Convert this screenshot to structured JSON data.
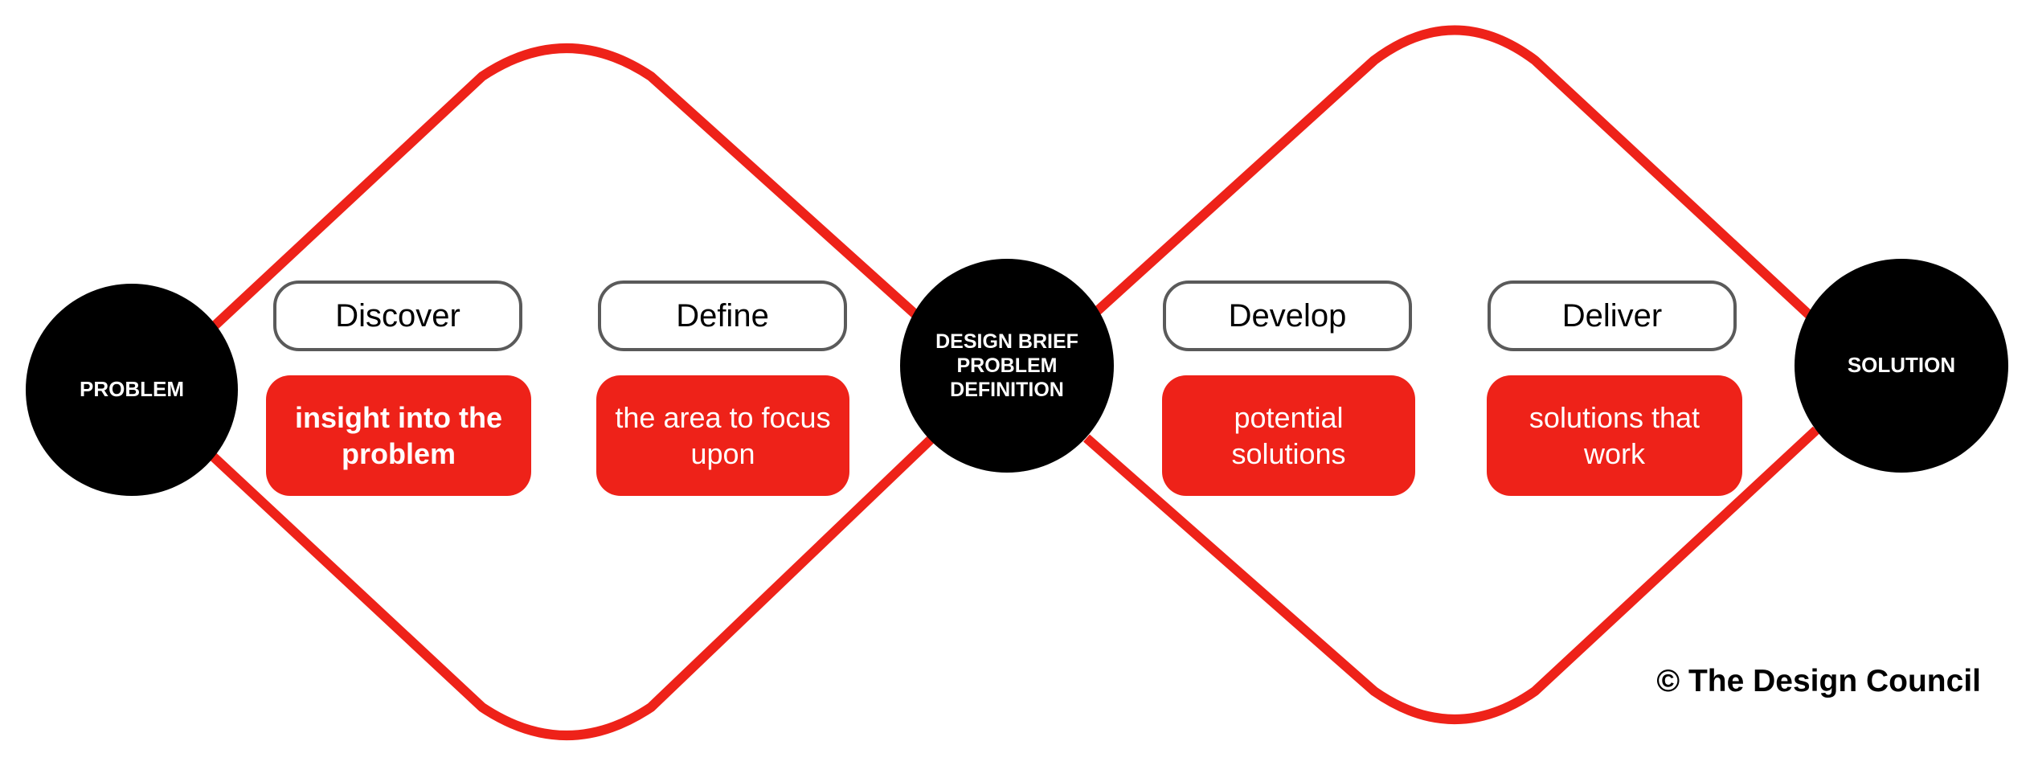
{
  "nodes": {
    "problem": "PROBLEM",
    "brief": "DESIGN BRIEF\nPROBLEM\nDEFINITION",
    "solution": "SOLUTION"
  },
  "phases": [
    {
      "label": "Discover",
      "description": "insight into the problem"
    },
    {
      "label": "Define",
      "description": "the area to focus upon"
    },
    {
      "label": "Develop",
      "description": "potential solutions"
    },
    {
      "label": "Deliver",
      "description": "solutions that work"
    }
  ],
  "copyright": "© The Design Council",
  "colors": {
    "accent": "#ee2219",
    "node": "#000000",
    "outline": "#5a5a5a"
  }
}
